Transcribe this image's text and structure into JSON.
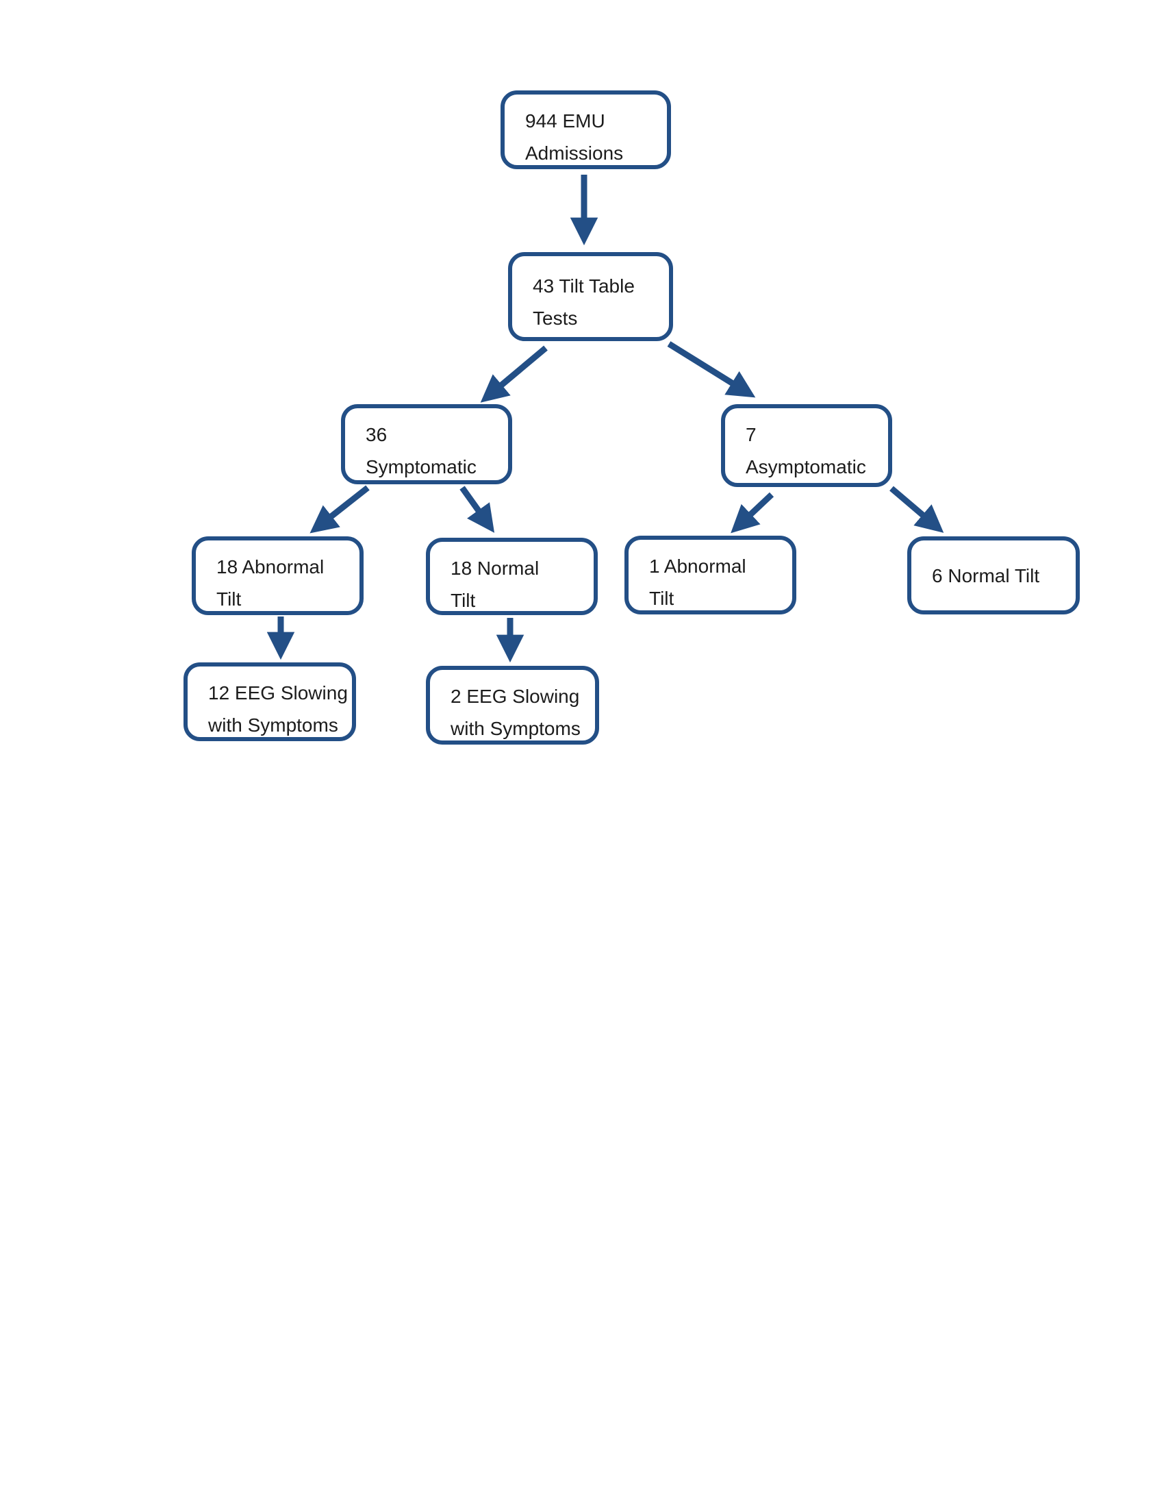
{
  "diagram": {
    "type": "flowchart",
    "accent_color": "#234F86",
    "text_color": "#1c1c1c",
    "background_color": "#ffffff",
    "nodes": {
      "emu_admissions": {
        "line1": "944 EMU",
        "line2": "Admissions"
      },
      "tilt_table_tests": {
        "line1": "43 Tilt Table",
        "line2": "Tests"
      },
      "symptomatic": {
        "line1": "36",
        "line2": "Symptomatic"
      },
      "asymptomatic": {
        "line1": "7",
        "line2": "Asymptomatic"
      },
      "abnormal_tilt_sym": {
        "line1": "18 Abnormal",
        "line2": "Tilt"
      },
      "normal_tilt_sym": {
        "line1": "18 Normal",
        "line2": "Tilt"
      },
      "abnormal_tilt_asym": {
        "line1": "1 Abnormal",
        "line2": "Tilt"
      },
      "normal_tilt_asym": {
        "line1": "6 Normal Tilt"
      },
      "eeg_slowing_abn": {
        "line1": "12 EEG Slowing",
        "line2": "with Symptoms"
      },
      "eeg_slowing_nrm": {
        "line1": "2 EEG Slowing",
        "line2": "with Symptoms"
      }
    },
    "edges": [
      {
        "from": "emu_admissions",
        "to": "tilt_table_tests"
      },
      {
        "from": "tilt_table_tests",
        "to": "symptomatic"
      },
      {
        "from": "tilt_table_tests",
        "to": "asymptomatic"
      },
      {
        "from": "symptomatic",
        "to": "abnormal_tilt_sym"
      },
      {
        "from": "symptomatic",
        "to": "normal_tilt_sym"
      },
      {
        "from": "asymptomatic",
        "to": "abnormal_tilt_asym"
      },
      {
        "from": "asymptomatic",
        "to": "normal_tilt_asym"
      },
      {
        "from": "abnormal_tilt_sym",
        "to": "eeg_slowing_abn"
      },
      {
        "from": "normal_tilt_sym",
        "to": "eeg_slowing_nrm"
      }
    ]
  }
}
